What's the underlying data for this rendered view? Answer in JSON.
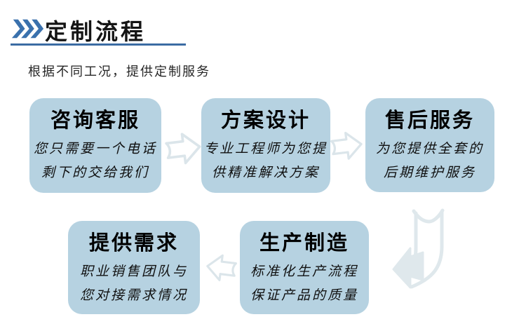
{
  "header": {
    "icon": "triple-chevron-icon",
    "title": "定制流程",
    "accent_color": "#3a71ad",
    "underline_color": "#3b6ca3"
  },
  "intro": {
    "text": "根据不同工况，提供定制服务"
  },
  "colors": {
    "card_fill": "#b6d2e1",
    "card_text": "#000000",
    "connector_fill": "#ffffff",
    "connector_outline": "#dbe5ea",
    "bend_arrow_fill": "#dfe8ec"
  },
  "steps": [
    {
      "title": "咨询客服",
      "line1": "您只需要一个电话",
      "line2": "剩下的交给我们"
    },
    {
      "title": "方案设计",
      "line1": "专业工程师为您提",
      "line2": "供精准解决方案"
    },
    {
      "title": "售后服务",
      "line1": "为您提供全套的",
      "line2": "后期维护服务"
    },
    {
      "title": "提供需求",
      "line1": "职业销售团队与",
      "line2": "您对接需求情况"
    },
    {
      "title": "生产制造",
      "line1": "标准化生产流程",
      "line2": "保证产品的质量"
    }
  ],
  "flow": {
    "arrows": [
      {
        "name": "arrow-right-1",
        "direction": "right",
        "from": "咨询客服",
        "to": "方案设计"
      },
      {
        "name": "arrow-right-2",
        "direction": "right",
        "from": "方案设计",
        "to": "售后服务"
      },
      {
        "name": "arrow-bend-down-left",
        "direction": "down-left"
      },
      {
        "name": "arrow-left-1",
        "direction": "left",
        "from": "生产制造",
        "to": "提供需求"
      }
    ]
  }
}
